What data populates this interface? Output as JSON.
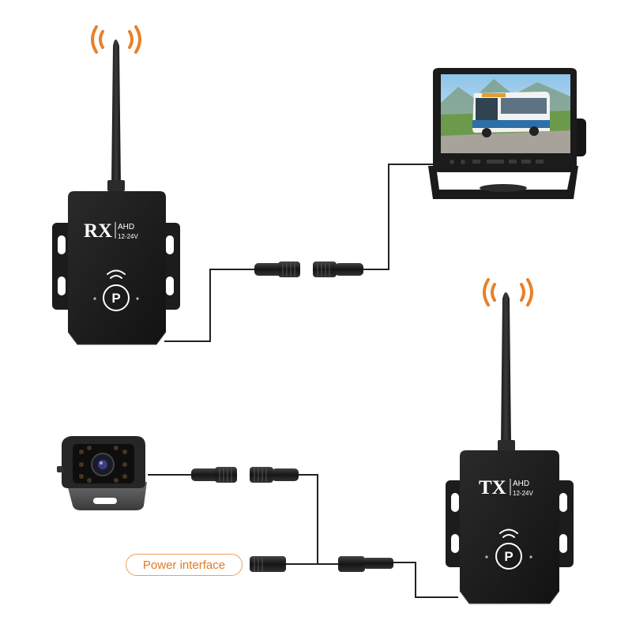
{
  "receiver": {
    "code": "RX",
    "type": "AHD",
    "voltage": "12-24V",
    "button_letter": "P"
  },
  "transmitter": {
    "code": "TX",
    "type": "AHD",
    "voltage": "12-24V",
    "button_letter": "P"
  },
  "power_interface_label": "Power interface",
  "colors": {
    "signal_waves": "#e9802a",
    "label_border": "#e8a25c",
    "label_text": "#e07b22",
    "device_body": "#1b1b1b",
    "cable": "#222222"
  }
}
